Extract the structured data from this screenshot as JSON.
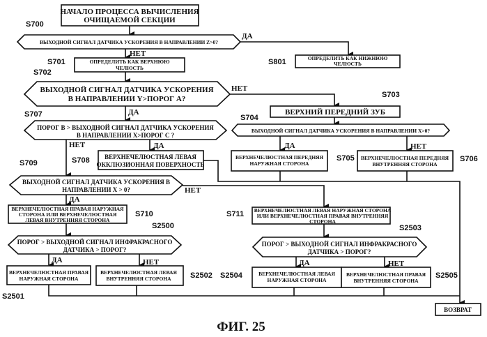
{
  "figure_title": "ФИГ. 25",
  "answers": {
    "yes": "ДА",
    "no": "НЕТ"
  },
  "nodes": {
    "start": {
      "lines": [
        "НАЧАЛО ПРОЦЕССА ВЫЧИСЛЕНИЯ",
        "ОЧИЩАЕМОЙ СЕКЦИИ"
      ]
    },
    "s700": {
      "step": "S700",
      "lines": [
        "ВЫХОДНОЙ СИГНАЛ ДАТЧИКА УСКОРЕНИЯ В НАПРАВЛЕНИИ Z>0?"
      ]
    },
    "s801": {
      "step": "S801",
      "lines": [
        "ОПРЕДЕЛИТЬ КАК НИЖНЮЮ",
        "ЧЕЛЮСТЬ"
      ]
    },
    "s701": {
      "step": "S701",
      "lines": [
        "ОПРЕДЕЛИТЬ КАК ВЕРХНЮЮ",
        "ЧЕЛЮСТЬ"
      ]
    },
    "s702": {
      "step": "S702",
      "lines": [
        "ВЫХОДНОЙ СИГНАЛ ДАТЧИКА УСКОРЕНИЯ",
        "В НАПРАВЛЕНИИ Y>ПОРОГ А?"
      ]
    },
    "s703": {
      "step": "S703",
      "lines": [
        "ВЕРХНИЙ ПЕРЕДНИЙ ЗУБ"
      ]
    },
    "s704": {
      "step": "S704",
      "lines": [
        "ВЫХОДНОЙ СИГНАЛ ДАТЧИКА УСКОРЕНИЯ В НАПРАВЛЕНИИ X>0?"
      ]
    },
    "s705": {
      "step": "S705",
      "lines": [
        "ВЕРХНЕЧЕЛЮСТНАЯ ПЕРЕДНЯЯ",
        "НАРУЖНАЯ СТОРОНА"
      ]
    },
    "s706": {
      "step": "S706",
      "lines": [
        "ВЕРХНЕЧЕЛЮСТНАЯ ПЕРЕДНЯЯ",
        "ВНУТРЕННЯЯ СТОРОНА"
      ]
    },
    "s707": {
      "step": "S707",
      "lines": [
        "ПОРОГ В > ВЫХОДНОЙ СИГНАЛ ДАТЧИКА УСКОРЕНИЯ",
        "В НАПРАВЛЕНИИ X>ПОРОГ С ?"
      ]
    },
    "s708": {
      "step": "S708",
      "lines": [
        "ВЕРХНЕЧЕЛЮСТНАЯ ЛЕВАЯ",
        "ОККЛЮЗИОННАЯ ПОВЕРХНОСТЬ"
      ]
    },
    "s709": {
      "step": "S709",
      "lines": [
        "ВЫХОДНОЙ СИГНАЛ ДАТЧИКА УСКОРЕНИЯ В",
        "НАПРАВЛЕНИИ X > 0?"
      ]
    },
    "s710": {
      "step": "S710",
      "lines": [
        "ВЕРХНЕЧЕЛЮСТНАЯ ПРАВАЯ НАРУЖНАЯ",
        "СТОРОНА ИЛИ ВЕРХНЕЧЕЛЮСТНАЯ",
        "ЛЕВАЯ ВНУТРЕННЯЯ СТОРОНА"
      ]
    },
    "s711": {
      "step": "S711",
      "lines": [
        "ВЕРХНЕЧЕЛЮСТНАЯ ЛЕВАЯ НАРУЖНАЯ СТОРОНА",
        "ИЛИ ВЕРХНЕЧЕЛЮСТНАЯ ПРАВАЯ ВНУТРЕННЯЯ",
        "СТОРОНА"
      ]
    },
    "s2500": {
      "step": "S2500",
      "lines": [
        "ПОРОГ > ВЫХОДНОЙ СИГНАЛ ИНФРАКРАСНОГО",
        "ДАТЧИКА > ПОРОГ?"
      ]
    },
    "s2501": {
      "step": "S2501",
      "lines": [
        "ВЕРХНЕЧЕЛЮСТНАЯ ПРАВАЯ",
        "НАРУЖНАЯ СТОРОНА"
      ]
    },
    "s2502": {
      "step": "S2502",
      "lines": [
        "ВЕРХНЕЧЕЛЮСТНАЯ ЛЕВАЯ",
        "ВНУТРЕННЯЯ СТОРОНА"
      ]
    },
    "s2503": {
      "step": "S2503",
      "lines": [
        "ПОРОГ > ВЫХОДНОЙ СИГНАЛ ИНФРАКРАСНОГО",
        "ДАТЧИКА > ПОРОГ?"
      ]
    },
    "s2504": {
      "step": "S2504",
      "lines": [
        "ВЕРХНЕЧЕЛЮСТНАЯ ЛЕВАЯ",
        "НАРУЖНАЯ СТОРОНА"
      ]
    },
    "s2505": {
      "step": "S2505",
      "lines": [
        "ВЕРХНЕЧЕЛЮСТНАЯ ПРАВАЯ",
        "ВНУТРЕННЯЯ СТОРОНА"
      ]
    },
    "end": {
      "lines": [
        "ВОЗВРАТ"
      ]
    }
  }
}
